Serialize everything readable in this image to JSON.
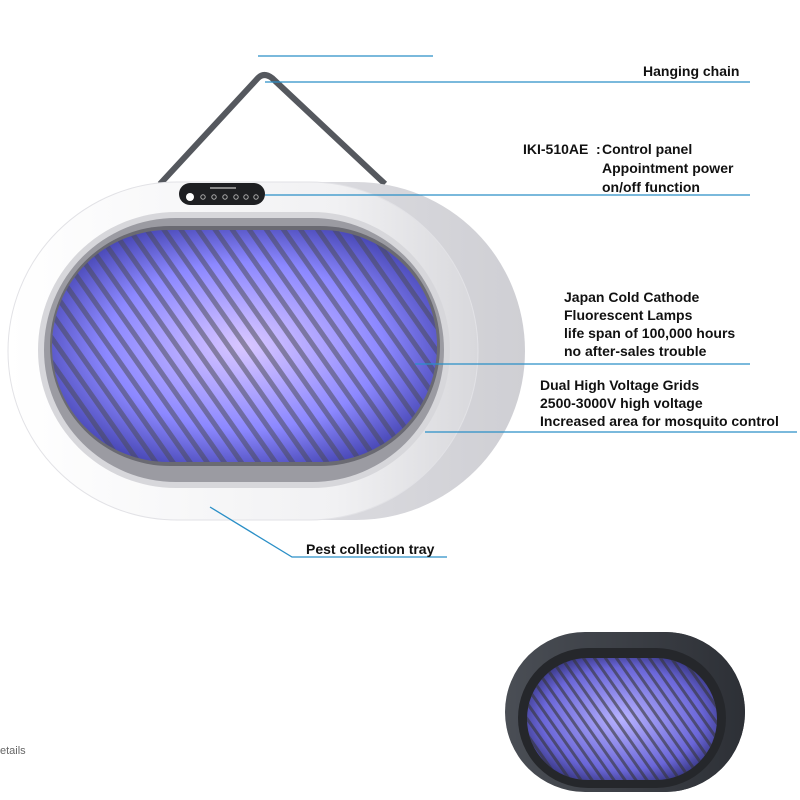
{
  "callouts": {
    "hanging_chain": "Hanging chain",
    "control_panel": {
      "model": "IKI-510AE",
      "separator": ":",
      "line1": "Control panel",
      "line2": "Appointment power",
      "line3": "on/off function"
    },
    "lamps": {
      "line1": "Japan Cold Cathode",
      "line2": "Fluorescent Lamps",
      "line3": "life span of 100,000 hours",
      "line4": "no after-sales trouble"
    },
    "grids": {
      "line1": "Dual High Voltage Grids",
      "line2": "2500-3000V high voltage",
      "line3": "Increased area for mosquito control"
    },
    "tray": "Pest collection tray"
  },
  "footer_text": "etails",
  "colors": {
    "leader_line": "#2a8fc7",
    "body_white": "#f2f2f4",
    "body_dark": "#3b3f45",
    "glow": "#8f8bff"
  }
}
